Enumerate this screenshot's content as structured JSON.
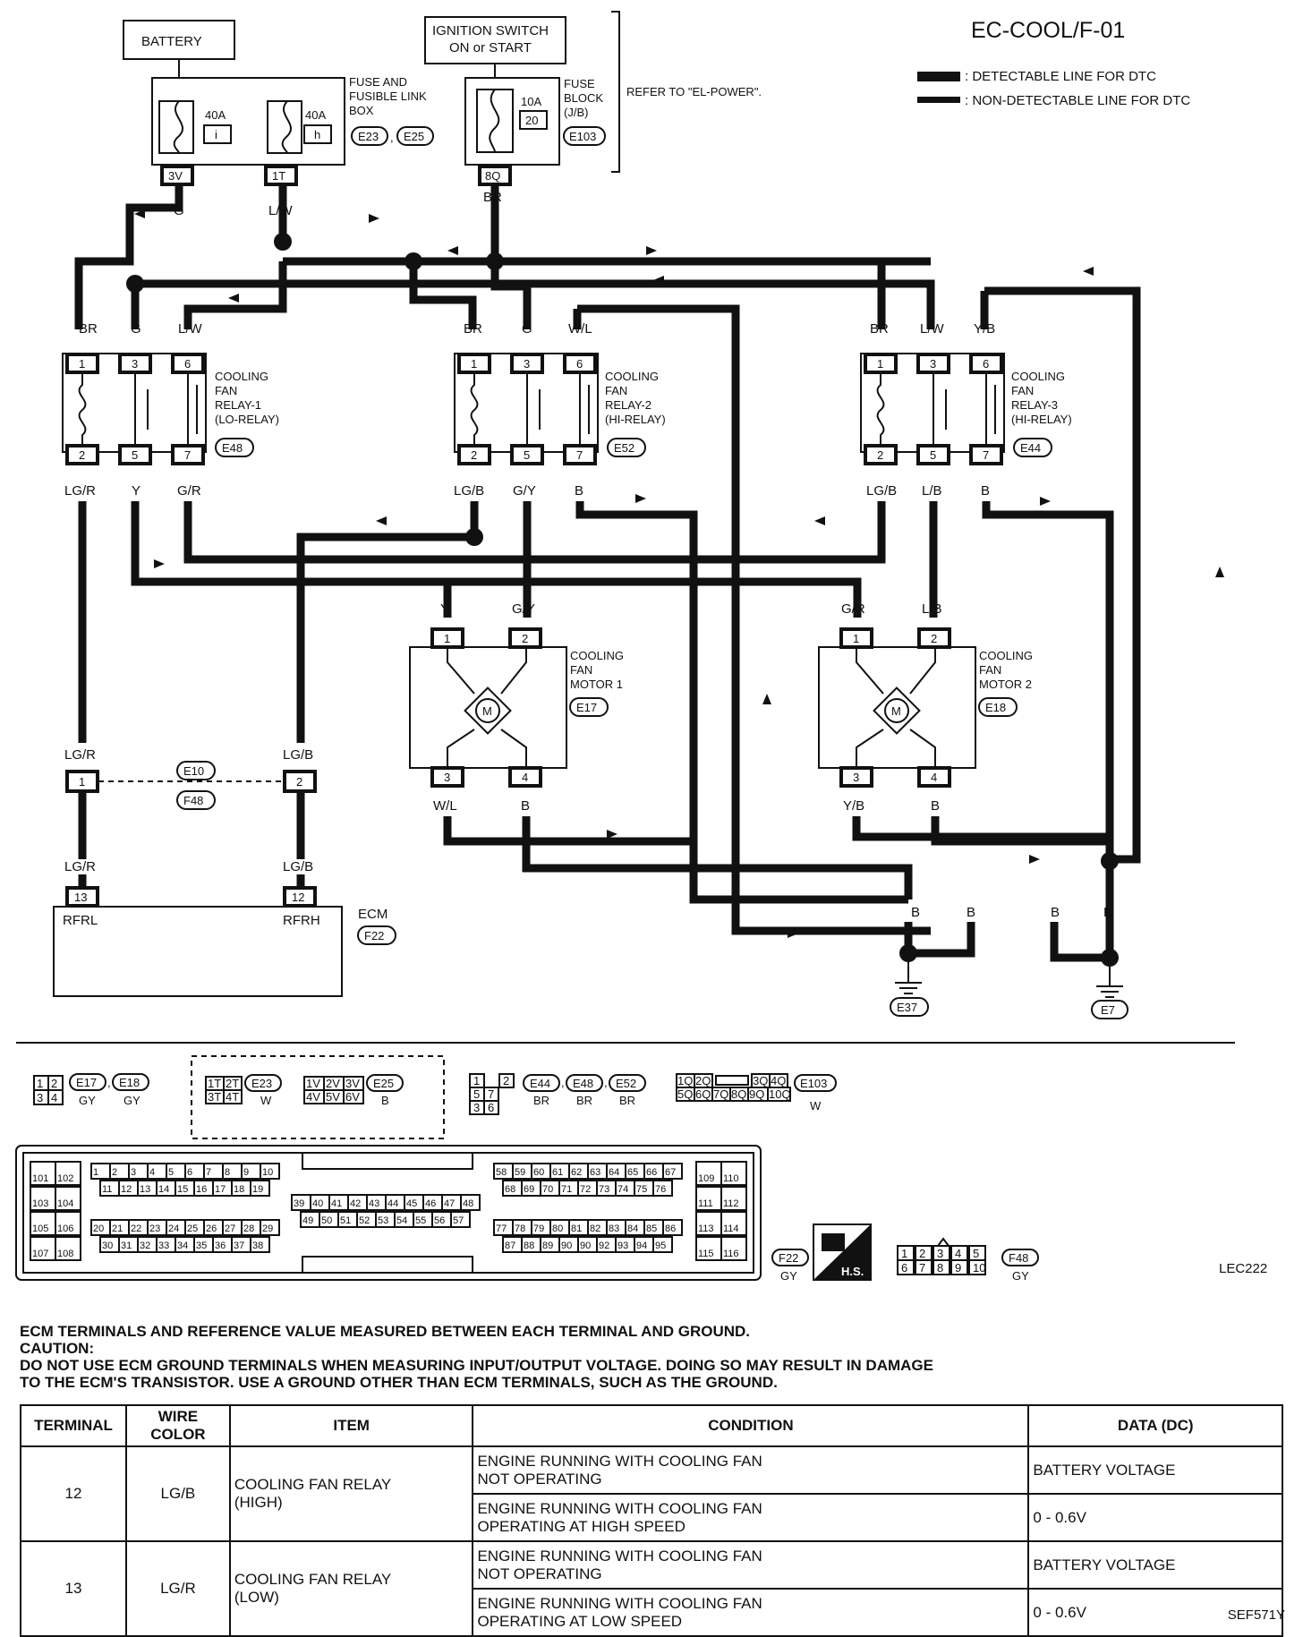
{
  "page": {
    "code": "EC-COOL/F-01",
    "figure_id": "LEC222",
    "footer_id": "SEF571Y"
  },
  "legend": {
    "detectable": ": DETECTABLE LINE FOR DTC",
    "non_detectable": ": NON-DETECTABLE LINE FOR DTC"
  },
  "power": {
    "battery": "BATTERY",
    "ign_line1": "IGNITION SWITCH",
    "ign_line2": "ON or START",
    "fuse_box_line1": "FUSE AND",
    "fuse_box_line2": "FUSIBLE LINK",
    "fuse_box_line3": "BOX",
    "fuse_block_line1": "FUSE",
    "fuse_block_line2": "BLOCK",
    "fuse_block_line3": "(J/B)",
    "refer": "REFER TO \"EL-POWER\".",
    "fuse1_amp": "40A",
    "fuse1_id": "i",
    "fuse1_term": "3V",
    "fuse2_amp": "40A",
    "fuse2_id": "h",
    "fuse2_term": "1T",
    "fuse3_amp": "10A",
    "fuse3_id": "20",
    "fuse3_term": "8Q",
    "conn_e23": "E23",
    "conn_e25": "E25",
    "conn_e103": "E103"
  },
  "wires": {
    "g": "G",
    "lw": "L/W",
    "br": "BR",
    "wl": "W/L",
    "yb": "Y/B",
    "lgr": "LG/R",
    "y": "Y",
    "gr": "G/R",
    "lgb": "LG/B",
    "gy": "G/Y",
    "b": "B",
    "lb": "L/B"
  },
  "relays": [
    {
      "line1": "COOLING",
      "line2": "FAN",
      "line3": "RELAY-1",
      "line4": "(LO-RELAY)",
      "conn": "E48",
      "pins_top": [
        "1",
        "3",
        "6"
      ],
      "pins_bottom": [
        "2",
        "5",
        "7"
      ]
    },
    {
      "line1": "COOLING",
      "line2": "FAN",
      "line3": "RELAY-2",
      "line4": "(HI-RELAY)",
      "conn": "E52",
      "pins_top": [
        "1",
        "3",
        "6"
      ],
      "pins_bottom": [
        "2",
        "5",
        "7"
      ]
    },
    {
      "line1": "COOLING",
      "line2": "FAN",
      "line3": "RELAY-3",
      "line4": "(HI-RELAY)",
      "conn": "E44",
      "pins_top": [
        "1",
        "3",
        "6"
      ],
      "pins_bottom": [
        "2",
        "5",
        "7"
      ]
    }
  ],
  "motors": [
    {
      "line1": "COOLING",
      "line2": "FAN",
      "line3": "MOTOR 1",
      "conn": "E17",
      "pins": [
        "1",
        "2",
        "3",
        "4"
      ],
      "symbol": "M"
    },
    {
      "line1": "COOLING",
      "line2": "FAN",
      "line3": "MOTOR 2",
      "conn": "E18",
      "pins": [
        "1",
        "2",
        "3",
        "4"
      ],
      "symbol": "M"
    }
  ],
  "ecm": {
    "label": "ECM",
    "conn": "F22",
    "pin13": "13",
    "pin12": "12",
    "rfrl": "RFRL",
    "rfrh": "RFRH",
    "jc_pin1": "1",
    "jc_pin2": "2",
    "jc_conn1": "E10",
    "jc_conn2": "F48"
  },
  "grounds": {
    "e37": "E37",
    "e7": "E7"
  },
  "connectors": {
    "e17": "E17",
    "e18": "E18",
    "gy": "GY",
    "w": "W",
    "b": "B",
    "br": "BR",
    "e23": "E23",
    "e25": "E25",
    "e44": "E44",
    "e48": "E48",
    "e52": "E52",
    "e103": "E103",
    "f22": "F22",
    "f48": "F48",
    "hs": "H.S.",
    "motor_pins": [
      "1",
      "2",
      "3",
      "4"
    ],
    "e23_pins": [
      "1T",
      "2T",
      "3T",
      "4T"
    ],
    "e25_pins": [
      "1V",
      "2V",
      "3V",
      "4V",
      "5V",
      "6V"
    ],
    "relay_pins": [
      "1",
      "2",
      "5",
      "7",
      "3",
      "6"
    ],
    "e103_top": [
      "1Q",
      "2Q",
      "3Q",
      "4Q"
    ],
    "e103_bottom": [
      "5Q",
      "6Q",
      "7Q",
      "8Q",
      "9Q",
      "10Q"
    ],
    "f48_top": [
      "1",
      "2",
      "3",
      "4",
      "5"
    ],
    "f48_bottom": [
      "6",
      "7",
      "8",
      "9",
      "10"
    ],
    "ecm_left": [
      "101",
      "102",
      "103",
      "104",
      "105",
      "106",
      "107",
      "108"
    ],
    "ecm_r1": [
      "1",
      "2",
      "3",
      "4",
      "5",
      "6",
      "7",
      "8",
      "9",
      "10"
    ],
    "ecm_r2": [
      "11",
      "12",
      "13",
      "14",
      "15",
      "16",
      "17",
      "18",
      "19"
    ],
    "ecm_r3": [
      "20",
      "21",
      "22",
      "23",
      "24",
      "25",
      "26",
      "27",
      "28",
      "29"
    ],
    "ecm_r4": [
      "30",
      "31",
      "32",
      "33",
      "34",
      "35",
      "36",
      "37",
      "38"
    ],
    "ecm_m1": [
      "39",
      "40",
      "41",
      "42",
      "43",
      "44",
      "45",
      "46",
      "47",
      "48"
    ],
    "ecm_m2": [
      "49",
      "50",
      "51",
      "52",
      "53",
      "54",
      "55",
      "56",
      "57"
    ],
    "ecm_n1": [
      "58",
      "59",
      "60",
      "61",
      "62",
      "63",
      "64",
      "65",
      "66",
      "67"
    ],
    "ecm_n2": [
      "68",
      "69",
      "70",
      "71",
      "72",
      "73",
      "74",
      "75",
      "76"
    ],
    "ecm_n3": [
      "77",
      "78",
      "79",
      "80",
      "81",
      "82",
      "83",
      "84",
      "85",
      "86"
    ],
    "ecm_n4": [
      "87",
      "88",
      "89",
      "90",
      "90",
      "92",
      "93",
      "94",
      "95"
    ],
    "ecm_right": [
      "109",
      "110",
      "111",
      "112",
      "113",
      "114",
      "115",
      "116"
    ]
  },
  "caution": {
    "line1": "ECM TERMINALS AND REFERENCE VALUE MEASURED BETWEEN EACH TERMINAL AND GROUND.",
    "line2": "CAUTION:",
    "line3": "DO NOT USE ECM GROUND TERMINALS WHEN MEASURING INPUT/OUTPUT VOLTAGE. DOING SO MAY RESULT IN DAMAGE",
    "line4": "TO THE ECM'S TRANSISTOR. USE A GROUND OTHER THAN ECM TERMINALS, SUCH AS THE GROUND."
  },
  "table": {
    "headers": [
      "TERMINAL",
      "WIRE COLOR",
      "ITEM",
      "CONDITION",
      "DATA (DC)"
    ],
    "rows": [
      {
        "terminal": "12",
        "wire": "LG/B",
        "item1": "COOLING FAN RELAY",
        "item2": "(HIGH)",
        "cond1a": "ENGINE RUNNING WITH COOLING FAN",
        "cond1b": "NOT OPERATING",
        "data1": "BATTERY VOLTAGE",
        "cond2a": "ENGINE RUNNING WITH COOLING FAN",
        "cond2b": "OPERATING AT HIGH SPEED",
        "data2": "0 - 0.6V"
      },
      {
        "terminal": "13",
        "wire": "LG/R",
        "item1": "COOLING FAN RELAY",
        "item2": "(LOW)",
        "cond1a": "ENGINE RUNNING WITH COOLING FAN",
        "cond1b": "NOT OPERATING",
        "data1": "BATTERY VOLTAGE",
        "cond2a": "ENGINE RUNNING WITH COOLING FAN",
        "cond2b": "OPERATING AT LOW SPEED",
        "data2": "0 - 0.6V"
      }
    ]
  }
}
